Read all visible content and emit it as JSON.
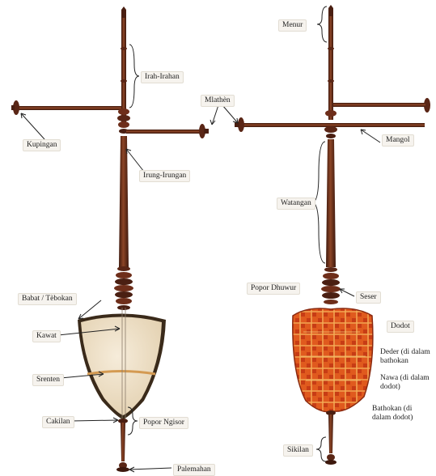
{
  "colors": {
    "wood_dark": "#4a1f12",
    "wood_mid": "#6e2e1a",
    "wood_light": "#8c4526",
    "skin": "#f1e4cf",
    "cloth_orange": "#e05a1e",
    "cloth_red": "#b3301a",
    "trim_gold": "#e8c070"
  },
  "labels": {
    "irah_irahan": "Irah-Irahan",
    "kupingan": "Kupingan",
    "irung_irungan": "Irung-Irungan",
    "mlathen": "Mlathèn",
    "babat_tebokan": "Babat / Tèbokan",
    "kawat": "Kawat",
    "srenten": "Srenten",
    "cakilan": "Cakilan",
    "popor_ngisor": "Popor Ngisor",
    "palemahan": "Palemahan",
    "menur": "Menur",
    "mangol": "Mangol",
    "watangan": "Watangan",
    "popor_dhuwur": "Popor Dhuwur",
    "sesser": "Seser",
    "dodot": "Dodot",
    "deder": "Deder (di dalam bathokan",
    "nawa": "Nawa (di dalam dodot)",
    "bathokan": "Bathokan (di dalam dodot)",
    "sikilan": "Sikilan"
  }
}
